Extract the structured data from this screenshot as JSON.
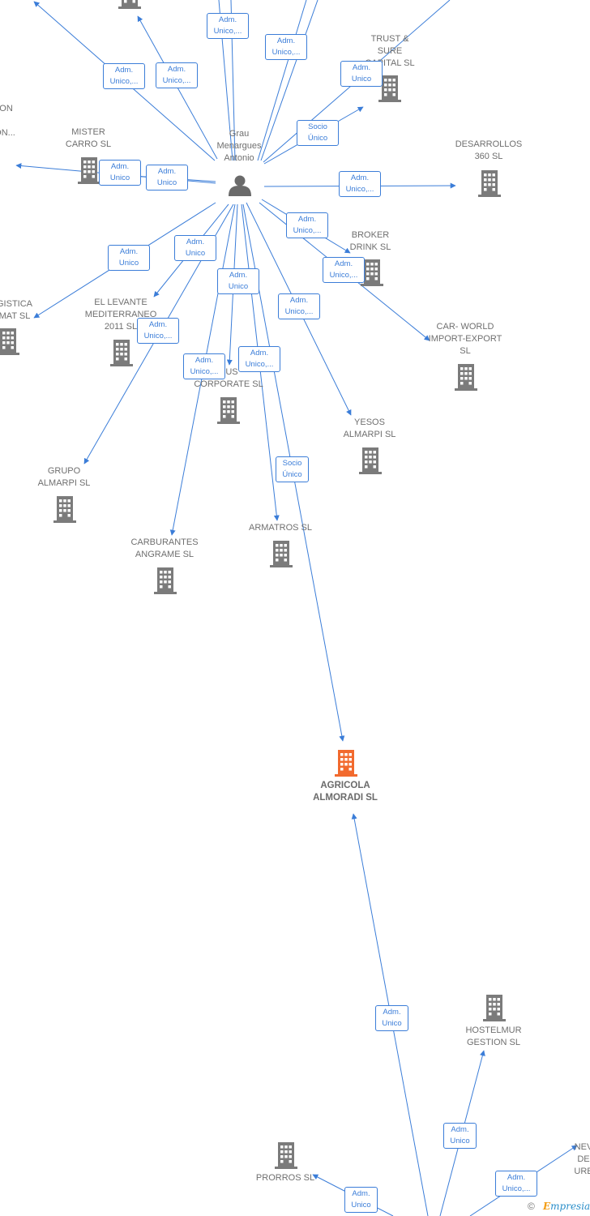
{
  "colors": {
    "edge": "#3b7dd8",
    "building": "#7b7b7b",
    "focus_building": "#f26a2e",
    "label": "#6f6f6f"
  },
  "person": {
    "icon": "person-icon",
    "label": "Grau\nMenargues\nAntonio"
  },
  "focus": {
    "icon": "building-icon",
    "label": "AGRICOLA\nALMORADI  SL"
  },
  "companies": [
    {
      "key": "trust",
      "label": "TRUST &\nSURE\nCAPITAL  SL"
    },
    {
      "key": "desarrollos",
      "label": "DESARROLLOS\n360  SL"
    },
    {
      "key": "mister",
      "label": "MISTER\nCARRO SL"
    },
    {
      "key": "ion",
      "label": "ION\n\nON..."
    },
    {
      "key": "broker",
      "label": "BROKER\nDRINK SL"
    },
    {
      "key": "carworld",
      "label": "CAR- WORLD\nIMPORT-EXPORT\nSL"
    },
    {
      "key": "logistica",
      "label": "GISTICA\nMAT  SL"
    },
    {
      "key": "levante",
      "label": "EL LEVANTE\nMEDITERRANEO\n2011 SL"
    },
    {
      "key": "corporate",
      "label": "RUS\nCORPORATE  SL"
    },
    {
      "key": "yesos",
      "label": "YESOS\nALMARPI SL"
    },
    {
      "key": "grupo",
      "label": "GRUPO\nALMARPI  SL"
    },
    {
      "key": "armatros",
      "label": "ARMATROS  SL"
    },
    {
      "key": "carburantes",
      "label": "CARBURANTES\nANGRAME  SL"
    },
    {
      "key": "hostelmur",
      "label": "HOSTELMUR\nGESTION SL"
    },
    {
      "key": "prorros",
      "label": "PRORROS SL"
    },
    {
      "key": "new",
      "label": "NEV\nDE\nURE"
    }
  ],
  "edge_labels": [
    "Adm.\nUnico,...",
    "Adm.\nUnico,...",
    "Adm.\nUnico,...",
    "Adm.\nUnico,...",
    "Adm.\nUnico",
    "Socio\nÚnico",
    "Adm.\nUnico",
    "Adm.\nUnico",
    "Adm.\nUnico,...",
    "Adm.\nUnico,...",
    "Adm.\nUnico,...",
    "Adm.\nUnico",
    "Adm.\nUnico",
    "Adm.\nUnico",
    "Adm.\nUnico,...",
    "Adm.\nUnico,...",
    "Adm.\nUnico,...",
    "Adm.\nUnico,...",
    "Socio\nÚnico",
    "Adm.\nUnico",
    "Adm.\nUnico",
    "Adm.\nUnico,...",
    "Adm.\nUnico"
  ],
  "footer": {
    "copyright": "©",
    "brand_initial": "E",
    "brand_rest": "mpresia"
  }
}
